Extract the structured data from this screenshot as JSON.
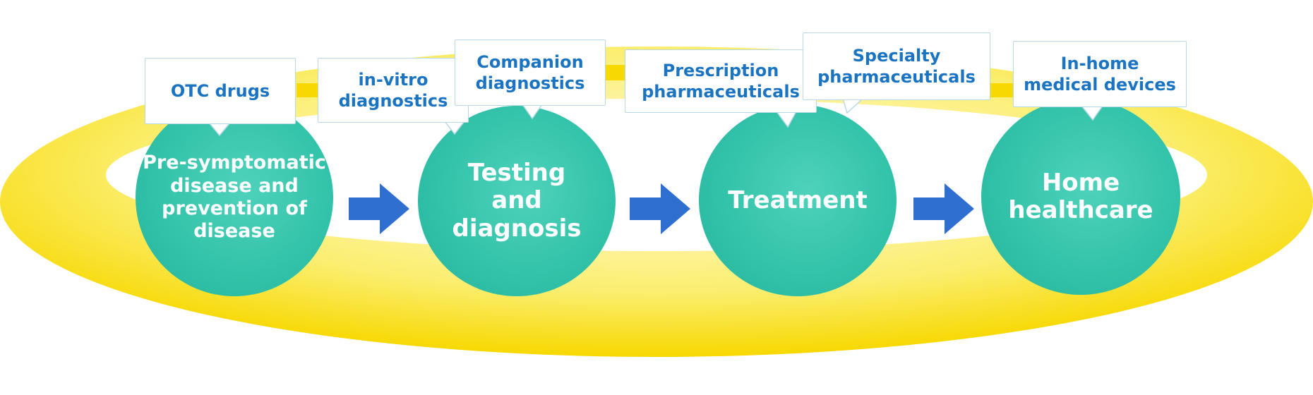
{
  "colors": {
    "ring": "#f7d800",
    "circle": "#33c3aa",
    "arrow": "#2f6fd0",
    "callout_text": "#1b74c2",
    "callout_border": "#b9d9e6",
    "circle_text": "#ffffff"
  },
  "stages": [
    {
      "label_lines": [
        "Pre-symptomatic",
        "disease and",
        "prevention of",
        "disease"
      ]
    },
    {
      "label_lines": [
        "Testing",
        "and",
        "diagnosis"
      ]
    },
    {
      "label_lines": [
        "Treatment"
      ]
    },
    {
      "label_lines": [
        "Home",
        "healthcare"
      ]
    }
  ],
  "callouts": [
    {
      "lines": [
        "OTC drugs"
      ]
    },
    {
      "lines": [
        "in-vitro",
        "diagnostics"
      ]
    },
    {
      "lines": [
        "Companion",
        "diagnostics"
      ]
    },
    {
      "lines": [
        "Prescription",
        "pharmaceuticals"
      ]
    },
    {
      "lines": [
        "Specialty",
        "pharmaceuticals"
      ]
    },
    {
      "lines": [
        "In-home",
        "medical devices"
      ]
    }
  ],
  "arrows": [
    {
      "icon": "right-arrow-icon"
    },
    {
      "icon": "right-arrow-icon"
    },
    {
      "icon": "right-arrow-icon"
    }
  ]
}
